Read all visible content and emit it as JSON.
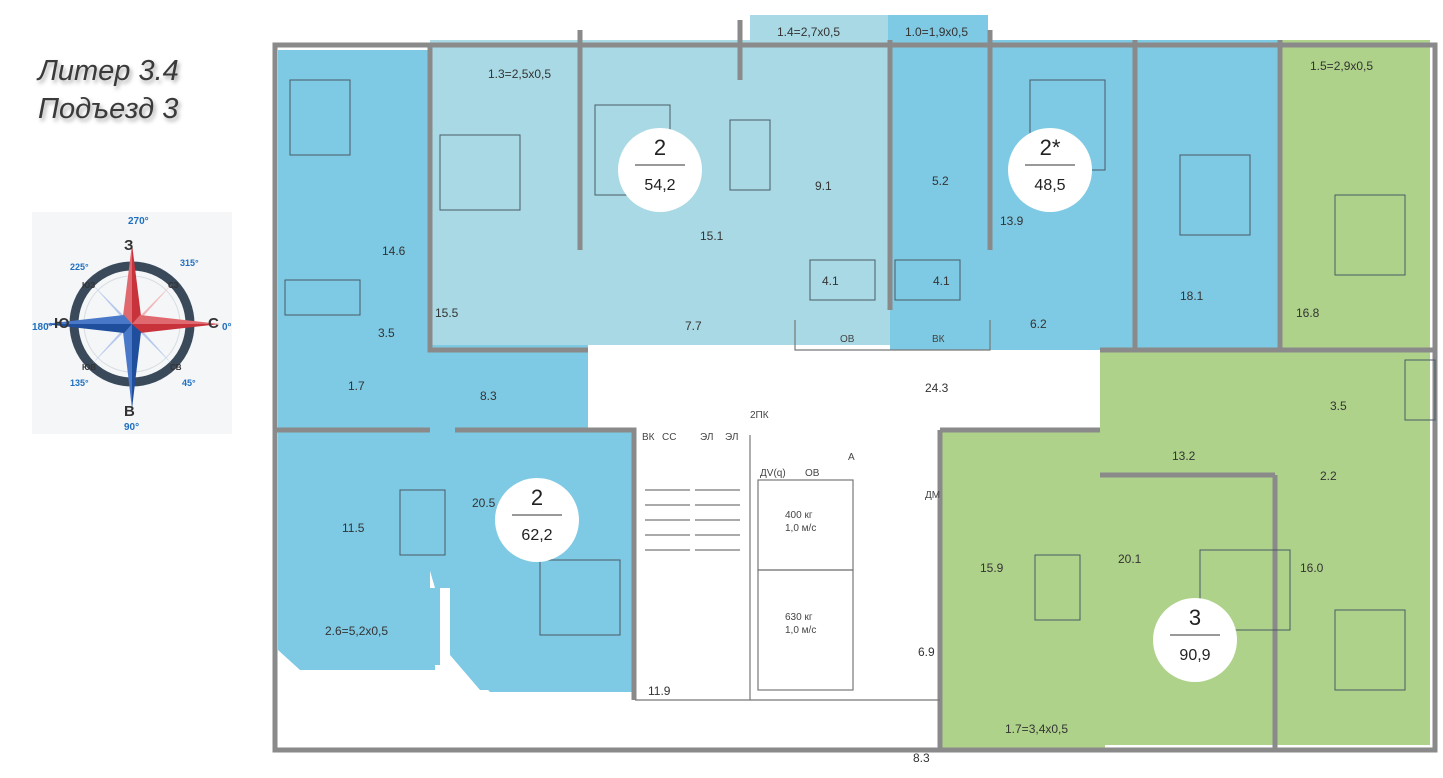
{
  "header": {
    "title_line1": "Литер 3.4",
    "title_line2": "Подъезд 3"
  },
  "compass": {
    "cardinals": {
      "north": "С",
      "south": "Ю",
      "west": "З",
      "east": "В"
    },
    "degrees": {
      "north": "0°",
      "east": "90°",
      "south": "180°",
      "west": "270°",
      "ne": "45°",
      "se": "135°",
      "sw": "225°",
      "nw": "315°"
    },
    "intercardinals": {
      "ne": "СВ",
      "se": "ЮВ",
      "sw": "ЮЗ",
      "nw": "СЗ"
    },
    "colors": {
      "north": "#c8323a",
      "south": "#1f4e9c",
      "dial": "#3a4a5a"
    }
  },
  "apartments": [
    {
      "rooms": "2",
      "area": "54,2",
      "color": "#a9d9e4"
    },
    {
      "rooms": "2*",
      "area": "48,5",
      "color": "#7ec9e3"
    },
    {
      "rooms": "2",
      "area": "62,2",
      "color": "#7ec9e3"
    },
    {
      "rooms": "3",
      "area": "90,9",
      "color": "#aed28a"
    }
  ],
  "room_areas": {
    "r14_6": "14.6",
    "r3_5a": "3.5",
    "r1_7": "1.7",
    "r8_3a": "8.3",
    "r11_5": "11.5",
    "r2_6": "2.6=5,2х0,5",
    "r15_5": "15.5",
    "r1_3": "1.3=2,5х0,5",
    "r15_1": "15.1",
    "r7_7": "7.7",
    "r1_4": "1.4=2,7х0,5",
    "r9_1": "9.1",
    "r4_1a": "4.1",
    "r1_0": "1.0=1,9х0,5",
    "r5_2": "5.2",
    "r4_1b": "4.1",
    "r13_9": "13.9",
    "r6_2": "6.2",
    "r18_1": "18.1",
    "r1_5": "1.5=2,9х0,5",
    "r16_8": "16.8",
    "r3_5b": "3.5",
    "r2_2": "2.2",
    "r13_2": "13.2",
    "r20_1": "20.1",
    "r16_0": "16.0",
    "r15_9": "15.9",
    "r1_7b": "1.7=3,4х0,5",
    "r20_5": "20.5",
    "r24_3": "24.3",
    "r11_9": "11.9",
    "r6_9": "6.9",
    "r8_3b": "8.3"
  },
  "utility_labels": {
    "ov1": "ОВ",
    "vk1": "ВК",
    "two_pk": "2ПК",
    "vk2": "ВК",
    "ss": "СС",
    "el": "ЭЛ",
    "el2": "ЭЛ",
    "dv": "ДV(q)",
    "ov2": "ОВ",
    "a": "А",
    "dm": "ДМ"
  },
  "elevators": [
    {
      "capacity": "400 кг",
      "speed": "1,0 м/с"
    },
    {
      "capacity": "630 кг",
      "speed": "1,0 м/с"
    }
  ]
}
